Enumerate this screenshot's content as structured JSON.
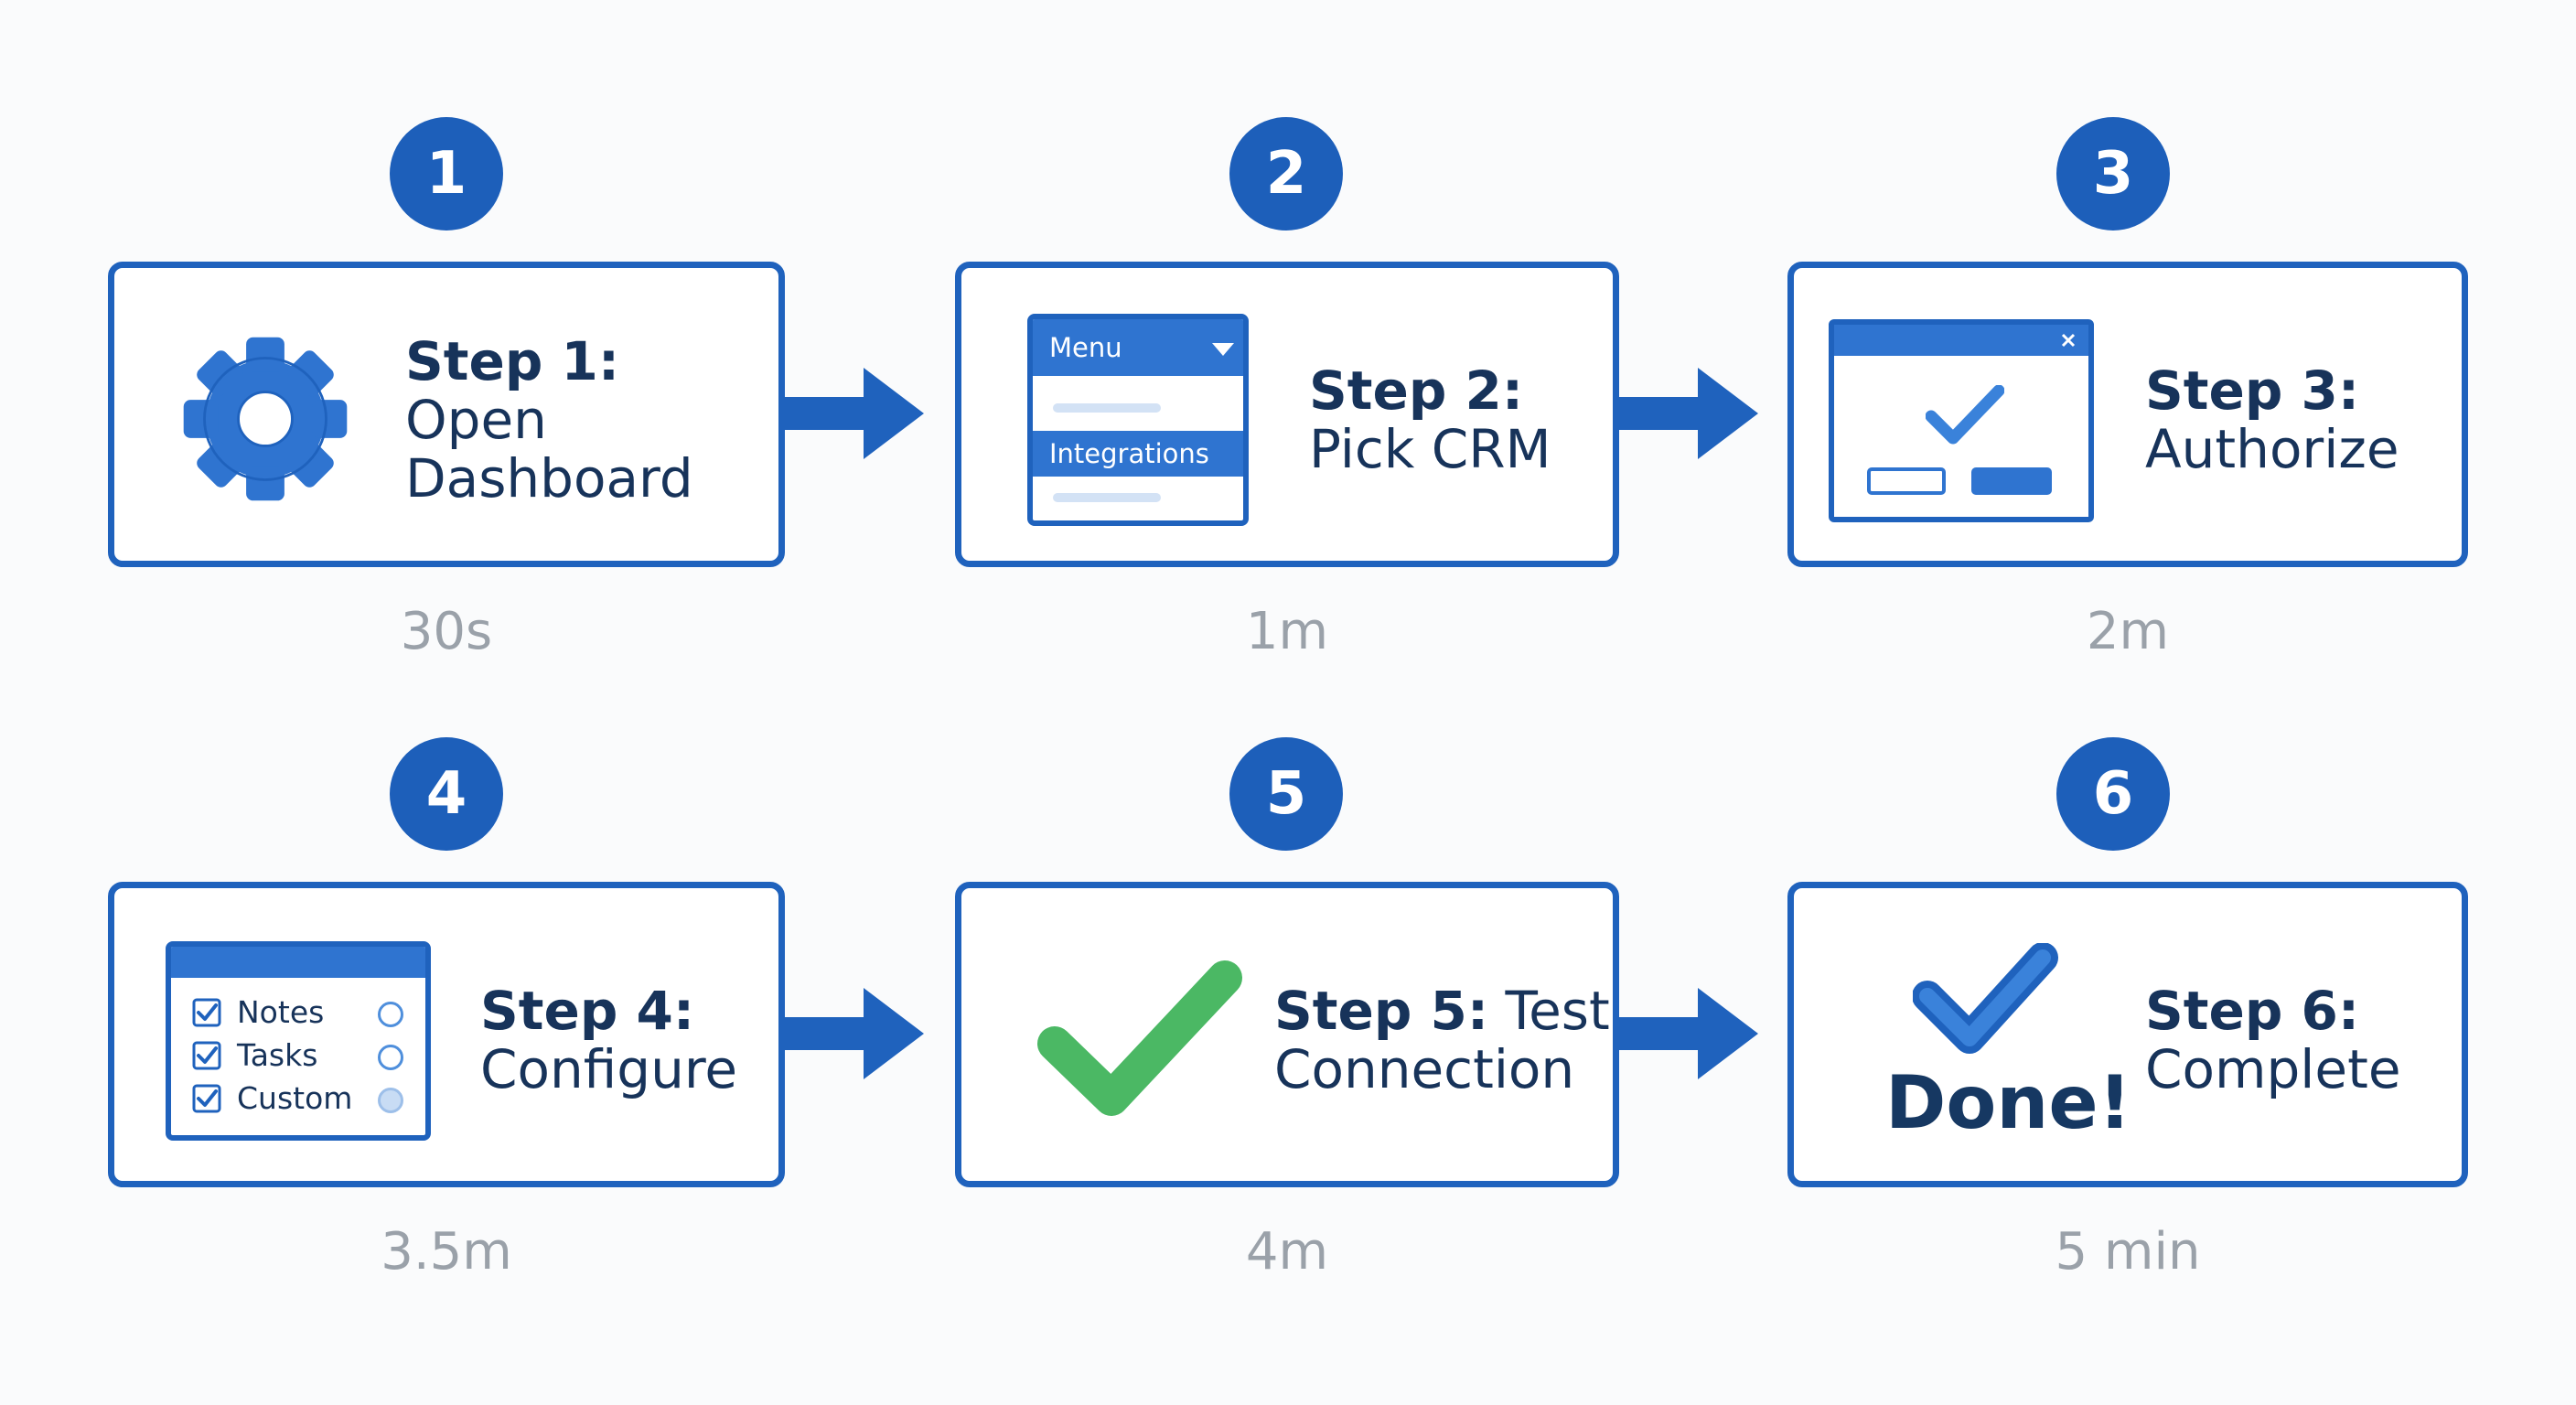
{
  "steps": [
    {
      "number": "1",
      "title": "Step 1:",
      "subtitle_lines": [
        "Open",
        "Dashboard"
      ],
      "time": "30s",
      "icon": "gear-icon"
    },
    {
      "number": "2",
      "title": "Step 2:",
      "subtitle_lines": [
        "Pick CRM"
      ],
      "time": "1m",
      "icon": "menu-dropdown-icon",
      "menu": {
        "header": "Menu",
        "highlighted": "Integrations"
      }
    },
    {
      "number": "3",
      "title": "Step 3:",
      "subtitle_lines": [
        "Authorize"
      ],
      "time": "2m",
      "icon": "authorize-dialog-icon"
    },
    {
      "number": "4",
      "title": "Step 4:",
      "subtitle_lines": [
        "Configure"
      ],
      "time": "3.5m",
      "icon": "options-checklist-icon",
      "options": [
        "Notes",
        "Tasks",
        "Custom"
      ]
    },
    {
      "number": "5",
      "title": "Step 5:",
      "title_suffix": "Test",
      "subtitle_lines": [
        "Connection"
      ],
      "time": "4m",
      "icon": "green-checkmark-icon"
    },
    {
      "number": "6",
      "title": "Step 6:",
      "subtitle_lines": [
        "Complete"
      ],
      "time": "5 min",
      "icon": "blue-checkmark-icon",
      "done_label": "Done!"
    }
  ],
  "colors": {
    "primary": "#1f62bd",
    "badge": "#1d5fba",
    "text_dark": "#17335a",
    "time_gray": "#9aa1a9",
    "check_green": "#4bb864",
    "background": "#fafbfc"
  }
}
